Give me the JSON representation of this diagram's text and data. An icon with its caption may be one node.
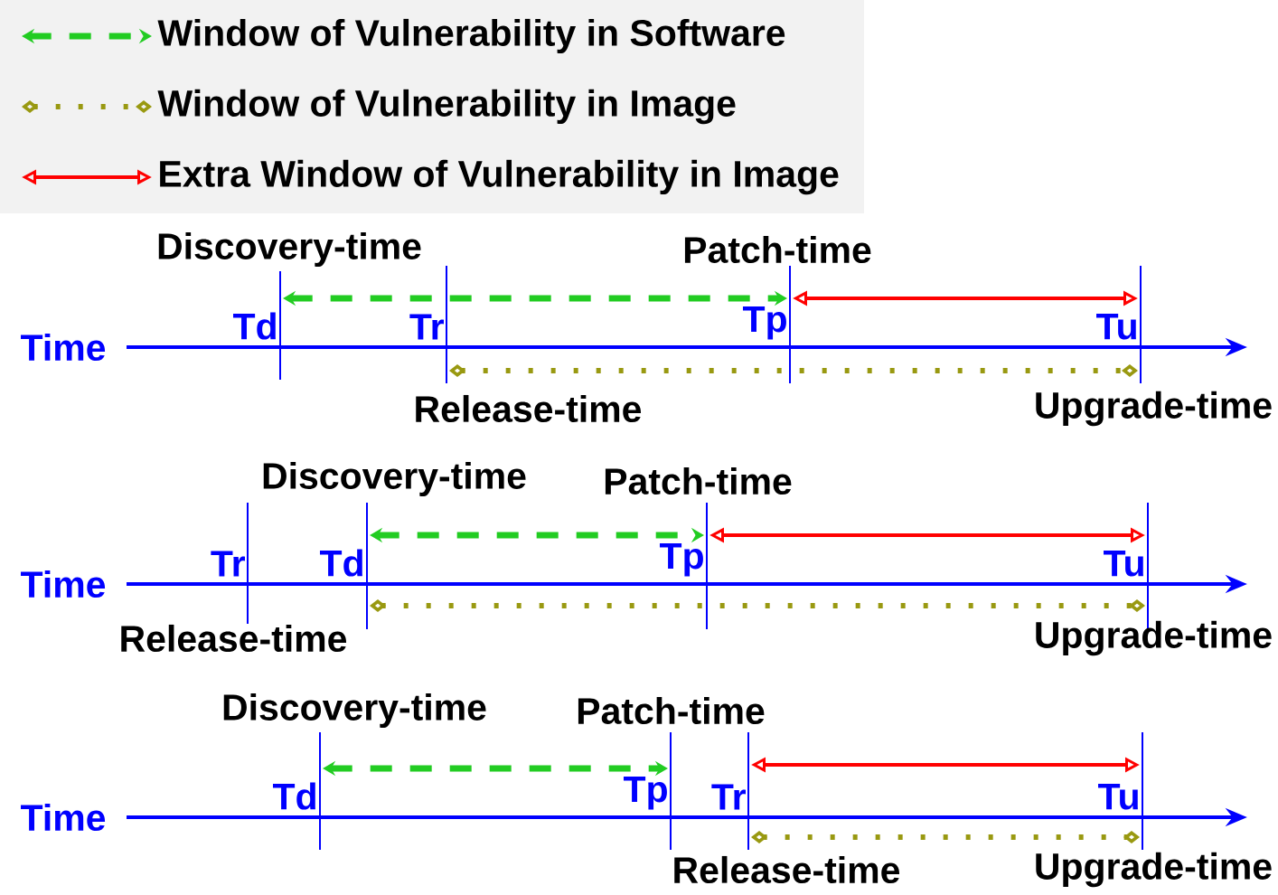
{
  "diagram": {
    "nodes": [
      {
        "text": [
          "Td"
        ],
        "beside": [
          "Discovery-time"
        ]
      },
      {
        "text": [
          "Tr"
        ],
        "beside": [
          "Release-time"
        ]
      },
      {
        "text": [
          "Tp"
        ],
        "beside": [
          "Patch-time"
        ]
      },
      {
        "text": [
          "Tu"
        ],
        "beside": [
          "Upgrade-time"
        ]
      },
      {
        "text": [
          "Tr"
        ],
        "beside": [
          "Release-time"
        ]
      },
      {
        "text": [
          "Td"
        ],
        "beside": [
          "Discovery-time"
        ]
      },
      {
        "text": [
          "Tp"
        ],
        "beside": [
          "Patch-time"
        ]
      },
      {
        "text": [
          "Tu"
        ],
        "beside": [
          "Upgrade-time"
        ]
      },
      {
        "text": [
          "Td"
        ],
        "beside": [
          "Discovery-time"
        ]
      },
      {
        "text": [
          "Tp"
        ],
        "beside": [
          "Patch-time"
        ]
      },
      {
        "text": [
          "Tr"
        ],
        "beside": [
          "Release-time"
        ]
      },
      {
        "text": [
          "Tu"
        ],
        "beside": [
          "Upgrade-time"
        ]
      }
    ],
    "edges": [
      {
        "from": 0,
        "to": 2,
        "arrow": "both",
        "style": "dashed",
        "color": "#22cc22"
      },
      {
        "from": 2,
        "to": 3,
        "arrow": "both",
        "color": "#ff0000"
      },
      {
        "from": 1,
        "to": 3,
        "arrow": "other",
        "style": "dashed",
        "color": "#999911"
      },
      {
        "from": 5,
        "to": 6,
        "arrow": "both",
        "style": "dashed",
        "color": "#22cc22"
      },
      {
        "from": 6,
        "to": 7,
        "arrow": "both",
        "color": "#ff0000"
      },
      {
        "from": 5,
        "to": 7,
        "arrow": "other",
        "style": "dashed",
        "color": "#999911"
      },
      {
        "from": 8,
        "to": 9,
        "arrow": "both",
        "style": "dashed",
        "color": "#22cc22"
      },
      {
        "from": 10,
        "to": 11,
        "arrow": "both",
        "color": "#ff0000"
      },
      {
        "from": 10,
        "to": 11,
        "arrow": "other",
        "style": "dashed",
        "color": "#999911"
      }
    ],
    "labels": [
      "Time",
      "Time",
      "Time"
    ],
    "legend": [
      {
        "text": "Window of Vulnerability in Software"
      },
      {
        "text": "Window of Vulnerability in Image"
      },
      {
        "text": "Extra Window of Vulnerability in Image"
      }
    ]
  }
}
